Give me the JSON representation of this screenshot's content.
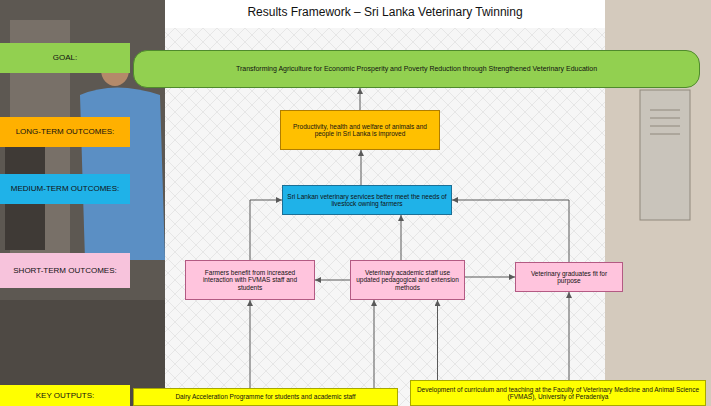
{
  "diagram": {
    "title": "Results Framework – Sri Lanka Veterinary Twinning",
    "nodes": [
      {
        "text": [
          "GOAL:"
        ]
      },
      {
        "text": [
          "LONG-TERM OUTCOMES:"
        ]
      },
      {
        "text": [
          "MEDIUM-TERM OUTCOMES:"
        ]
      },
      {
        "text": [
          "SHORT-TERM OUTCOMES:"
        ]
      },
      {
        "text": [
          "KEY OUTPUTS:"
        ]
      },
      {
        "text": [
          "Transforming Agriculture for Economic Prosperity and Poverty Reduction through Strengthened Veterinary Education"
        ]
      },
      {
        "text": [
          "Productivity, health and welfare of animals and people in Sri Lanka is improved"
        ]
      },
      {
        "text": [
          "Sri Lankan veterinary services better meet the needs of livestock owning farmers"
        ]
      },
      {
        "text": [
          "Farmers benefit from increased interaction with FVMAS staff and students"
        ]
      },
      {
        "text": [
          "Veterinary academic staff use updated pedagogical and extension methods"
        ]
      },
      {
        "text": [
          "Veterinary graduates fit for purpose"
        ]
      },
      {
        "text": [
          "Dairy Acceleration Programme for students and academic staff"
        ]
      },
      {
        "text": [
          "Development of curriculum and teaching at the Faculty of Veterinary Medicine and Animal Science (FVMAS), University of Peradeniya"
        ]
      }
    ],
    "edges": [
      {
        "from": 6,
        "to": 5,
        "arrow": "to"
      },
      {
        "from": 7,
        "to": 6,
        "arrow": "to"
      },
      {
        "from": 8,
        "to": 7,
        "arrow": "to"
      },
      {
        "from": 9,
        "to": 7,
        "arrow": "to"
      },
      {
        "from": 10,
        "to": 7,
        "arrow": "to"
      },
      {
        "from": 9,
        "to": 8,
        "arrow": "to"
      },
      {
        "from": 9,
        "to": 10,
        "arrow": "to"
      },
      {
        "from": 11,
        "to": 8,
        "arrow": "to"
      },
      {
        "from": 11,
        "to": 9,
        "arrow": "to"
      },
      {
        "from": 12,
        "to": 9,
        "arrow": "to"
      },
      {
        "from": 12,
        "to": 10,
        "arrow": "to"
      }
    ]
  }
}
